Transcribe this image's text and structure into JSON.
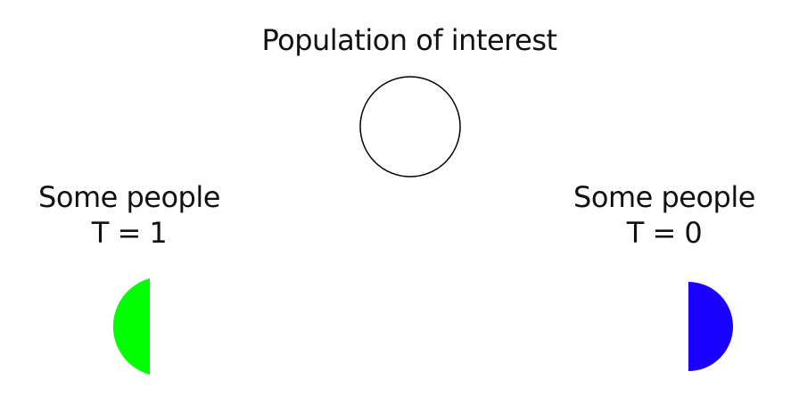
{
  "diagram": {
    "title": "Population of interest",
    "left_group": {
      "line1": "Some people",
      "line2": "T = 1"
    },
    "right_group": {
      "line1": "Some people",
      "line2": "T = 0"
    }
  },
  "colors": {
    "treated": "#00ff00",
    "control": "#1a00ff",
    "outline": "#000000",
    "background": "#ffffff"
  }
}
